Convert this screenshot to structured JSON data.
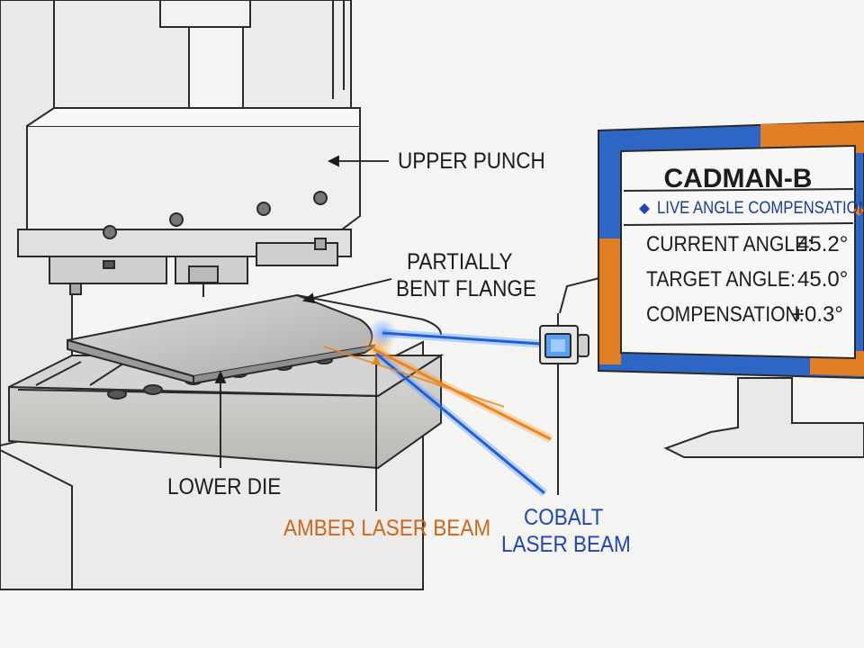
{
  "labels": {
    "upper_punch": "UPPER PUNCH",
    "flange_line1": "PARTIALLY",
    "flange_line2": "BENT FLANGE",
    "lower_die": "LOWER DIE",
    "amber_beam": "AMBER LASER BEAM",
    "cobalt_line1": "COBALT",
    "cobalt_line2": "LASER BEAM"
  },
  "monitor": {
    "title": "CADMAN-B",
    "subtitle": "LIVE ANGLE COMPENSATION",
    "rows": [
      {
        "label": "CURRENT ANGLE:",
        "value": "45.2°"
      },
      {
        "label": "TARGET ANGLE:",
        "value": "45.0°"
      },
      {
        "label": "COMPENSATION:",
        "value": "+0.3°"
      }
    ]
  },
  "colors": {
    "amber": "#e8861f",
    "cobalt": "#1f5fd6",
    "amber_text": "#d0661a",
    "cobalt_text": "#1f46b8",
    "monitor_blue": "#2d66c4",
    "monitor_orange": "#e07f26"
  }
}
